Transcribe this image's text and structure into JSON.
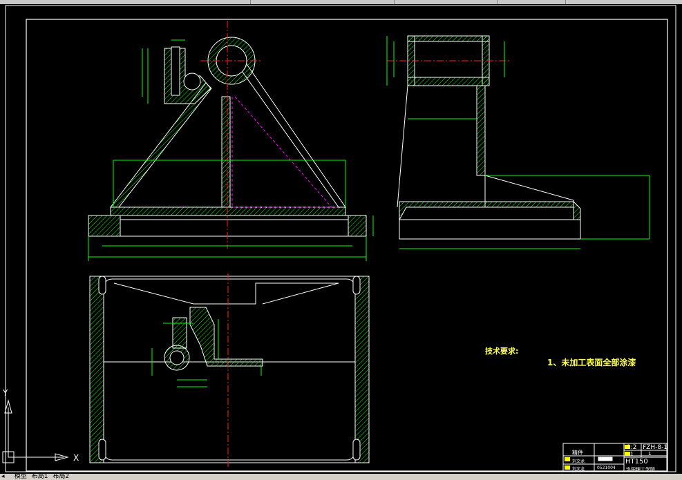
{
  "window": {
    "tabs": [
      {
        "label": "模型"
      },
      {
        "label": "布局1"
      },
      {
        "label": "布局2"
      }
    ]
  },
  "ucs": {
    "x_label": "X",
    "y_label": "Y"
  },
  "tech_requirements": {
    "title": "技术要求:",
    "item": "1、未加工表面全部涂漆"
  },
  "title_block": {
    "part_name": "精件",
    "scale": "1:2",
    "drawing_no": "FZH-8-1",
    "quantity": "1",
    "material": "HT150",
    "sheet": "1",
    "designer": "刘文龙",
    "checker": "刘文龙",
    "date": "0521004",
    "school": "洛阳理工学院"
  },
  "colors": {
    "background": "#000000",
    "outline": "#ffffff",
    "dimension": "#00ff00",
    "centerline": "#ff2020",
    "hidden": "#ff00ff",
    "text": "#ffff55"
  }
}
